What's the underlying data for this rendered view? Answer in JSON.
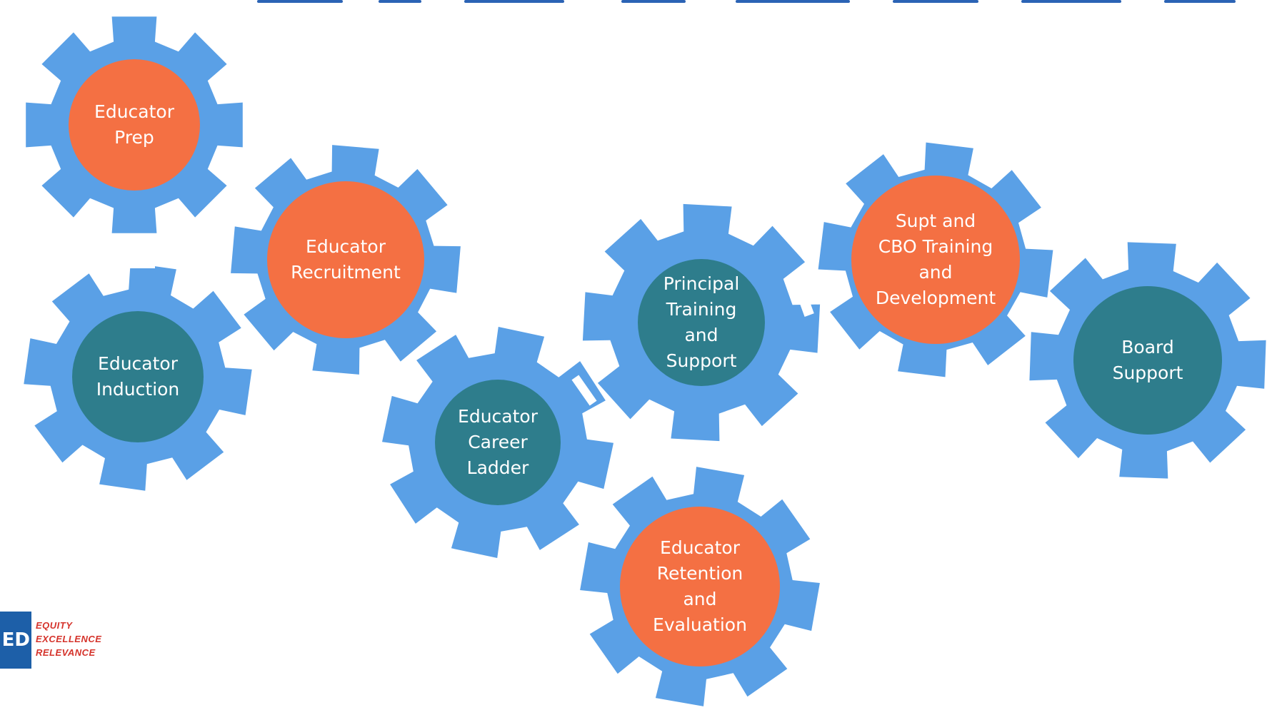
{
  "diagram": {
    "gears": [
      {
        "id": "educator-prep",
        "lines": [
          "Educator",
          "Prep"
        ],
        "hub_color": "#f47043"
      },
      {
        "id": "educator-induction",
        "lines": [
          "Educator",
          "Induction"
        ],
        "hub_color": "#2e7d8c"
      },
      {
        "id": "educator-recruitment",
        "lines": [
          "Educator",
          "Recruitment"
        ],
        "hub_color": "#f47043"
      },
      {
        "id": "educator-career-ladder",
        "lines": [
          "Educator",
          "Career",
          "Ladder"
        ],
        "hub_color": "#2e7d8c"
      },
      {
        "id": "principal-training",
        "lines": [
          "Principal",
          "Training",
          "and",
          "Support"
        ],
        "hub_color": "#2e7d8c"
      },
      {
        "id": "educator-retention",
        "lines": [
          "Educator",
          "Retention",
          "and",
          "Evaluation"
        ],
        "hub_color": "#f47043"
      },
      {
        "id": "supt-cbo-training",
        "lines": [
          "Supt and",
          "CBO Training",
          "and",
          "Development"
        ],
        "hub_color": "#f47043"
      },
      {
        "id": "board-support",
        "lines": [
          "Board",
          "Support"
        ],
        "hub_color": "#2e7d8c"
      }
    ]
  },
  "logo": {
    "box_text": "ED",
    "words": [
      "EQUITY",
      "EXCELLENCE",
      "RELEVANCE"
    ]
  },
  "colors": {
    "gear_blue": "#5aa0e6",
    "accent_orange": "#f47043",
    "hub_teal": "#2e7d8c",
    "logo_blue": "#1d5fa8",
    "logo_red": "#d5332b"
  }
}
